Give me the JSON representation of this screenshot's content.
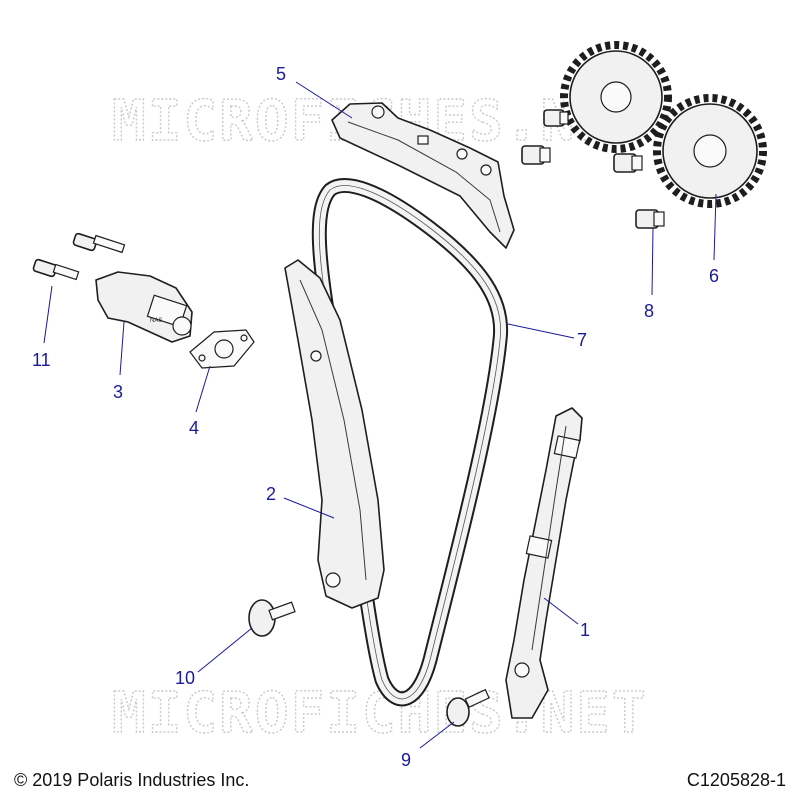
{
  "watermark": {
    "text": "MICROFICHES.NET"
  },
  "copyright": "© 2019 Polaris Industries Inc.",
  "figure_id": "C1205828-1",
  "callouts": {
    "c1": "1",
    "c2": "2",
    "c3": "3",
    "c4": "4",
    "c5": "5",
    "c6": "6",
    "c7": "7",
    "c8": "8",
    "c9": "9",
    "c10": "10",
    "c11": "11"
  },
  "tensioner_marking": "NAS",
  "colors": {
    "callout": "#1a1a9a",
    "line": "#1e1e1e",
    "watermark": "#c9c9c9"
  }
}
